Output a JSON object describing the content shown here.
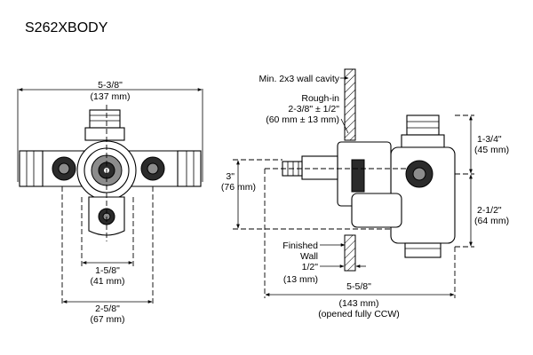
{
  "model": "S262XBODY",
  "front_view": {
    "overall_width": {
      "imperial": "5-3/8\"",
      "metric": "(137 mm)"
    },
    "inner_width": {
      "imperial": "1-5/8\"",
      "metric": "(41 mm)"
    },
    "outer_width": {
      "imperial": "2-5/8\"",
      "metric": "(67 mm)"
    }
  },
  "side_view": {
    "wall_cavity": "Min. 2x3 wall cavity",
    "rough_in": {
      "label": "Rough-in",
      "imperial": "2-3/8\" ± 1/2\"",
      "metric": "(60 mm ± 13 mm)"
    },
    "stem_height": {
      "imperial": "3\"",
      "metric": "(76 mm)"
    },
    "top_dim": {
      "imperial": "1-3/4\"",
      "metric": "(45 mm)"
    },
    "bottom_dim": {
      "imperial": "2-1/2\"",
      "metric": "(64 mm)"
    },
    "finished_wall": {
      "line1": "Finished",
      "line2": "Wall",
      "imperial": "1/2\"",
      "metric": "(13 mm)"
    },
    "overall_depth": {
      "imperial": "5-5/8\"",
      "metric": "(143 mm)",
      "note": "(opened fully CCW)"
    }
  }
}
